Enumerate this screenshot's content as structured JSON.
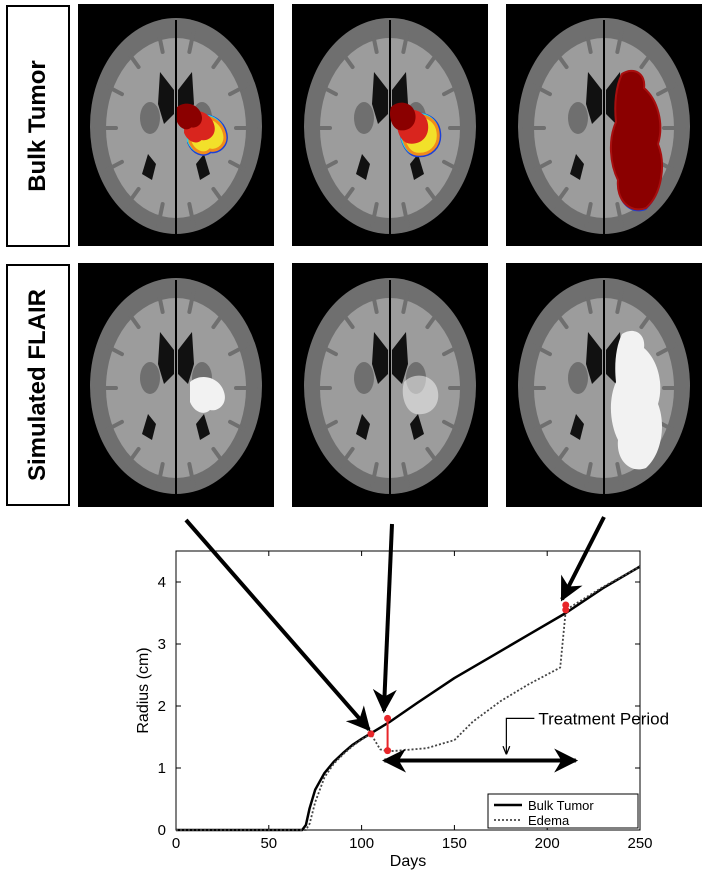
{
  "row_labels": {
    "bulk": "Bulk Tumor",
    "flair": "Simulated FLAIR"
  },
  "panels": {
    "bulk": [
      "bulk-tumor-day-105",
      "bulk-tumor-day-115",
      "bulk-tumor-day-210"
    ],
    "flair": [
      "flair-day-105",
      "flair-day-115",
      "flair-day-210"
    ]
  },
  "colors": {
    "brain_bg": "#000000",
    "gray_matter": "#6f6f6f",
    "white_matter": "#9c9c9c",
    "tumor_core": "#8b0000",
    "edema_flair": "#f2f2f2",
    "marker": "#e8262a"
  },
  "annotation": "Treatment Period",
  "chart_data": {
    "type": "line",
    "xlabel": "Days",
    "ylabel": "Radius (cm)",
    "xlim": [
      0,
      250
    ],
    "ylim": [
      0,
      4.5
    ],
    "xticks": [
      0,
      50,
      100,
      150,
      200,
      250
    ],
    "yticks": [
      0,
      1,
      2,
      3,
      4
    ],
    "legend": {
      "position": "bottom-right",
      "entries": [
        "Bulk Tumor",
        "Edema"
      ]
    },
    "series": [
      {
        "name": "Bulk Tumor",
        "style": "solid",
        "x": [
          0,
          68,
          70,
          72,
          75,
          80,
          85,
          90,
          95,
          100,
          105,
          110,
          115,
          130,
          150,
          170,
          190,
          210,
          230,
          250
        ],
        "y": [
          0,
          0,
          0.08,
          0.35,
          0.65,
          0.92,
          1.1,
          1.24,
          1.37,
          1.47,
          1.56,
          1.65,
          1.74,
          2.05,
          2.45,
          2.8,
          3.15,
          3.5,
          3.9,
          4.25
        ]
      },
      {
        "name": "Edema",
        "style": "dotted",
        "x": [
          0,
          70,
          72,
          75,
          80,
          85,
          90,
          95,
          100,
          105,
          110,
          114,
          120,
          135,
          150,
          160,
          175,
          190,
          207,
          210,
          230,
          250
        ],
        "y": [
          0,
          0,
          0.1,
          0.45,
          0.85,
          1.07,
          1.22,
          1.35,
          1.46,
          1.55,
          1.3,
          1.27,
          1.28,
          1.32,
          1.45,
          1.75,
          2.08,
          2.35,
          2.62,
          3.55,
          3.92,
          4.25
        ]
      }
    ],
    "markers": [
      {
        "x": 105,
        "y": 1.55
      },
      {
        "x": 114,
        "y": 1.28
      },
      {
        "x": 114,
        "y": 1.8
      },
      {
        "x": 210,
        "y": 3.55
      },
      {
        "x": 210,
        "y": 3.63
      }
    ],
    "treatment_period": [
      115,
      210
    ],
    "annotation_point": {
      "x": 178,
      "y": 1.23
    }
  }
}
